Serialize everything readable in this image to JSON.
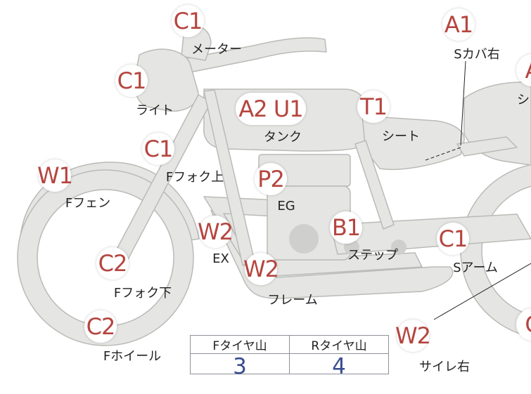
{
  "colors": {
    "part_fill": "#e5e6e3",
    "part_stroke": "#b9bbb7",
    "code": "#b5453f",
    "value": "#3a4c8f"
  },
  "parts": [
    {
      "code": "C1",
      "label": "メーター"
    },
    {
      "code": "C1",
      "label": "ライト"
    },
    {
      "code": "C1",
      "label": "Fフォク上"
    },
    {
      "code": "W1",
      "label": "Fフェン"
    },
    {
      "code": "C2",
      "label": "Fフォク下"
    },
    {
      "code": "C2",
      "label": "Fホイール"
    },
    {
      "code": "A2 U1",
      "label": "タンク"
    },
    {
      "code": "T1",
      "label": "シート"
    },
    {
      "code": "A1",
      "label": "Sカバ右"
    },
    {
      "code": "A",
      "label": "シ"
    },
    {
      "code": "P2",
      "label": "EG"
    },
    {
      "code": "W2",
      "label": "EX"
    },
    {
      "code": "B1",
      "label": "ステップ"
    },
    {
      "code": "W2",
      "label": "フレーム"
    },
    {
      "code": "C1",
      "label": "Sアーム"
    },
    {
      "code": "W2",
      "label": "サイレ右"
    },
    {
      "code": "C",
      "label": ""
    }
  ],
  "tire_table": {
    "front_header": "Fタイヤ山",
    "rear_header": "Rタイヤ山",
    "front_value": "3",
    "rear_value": "4"
  }
}
